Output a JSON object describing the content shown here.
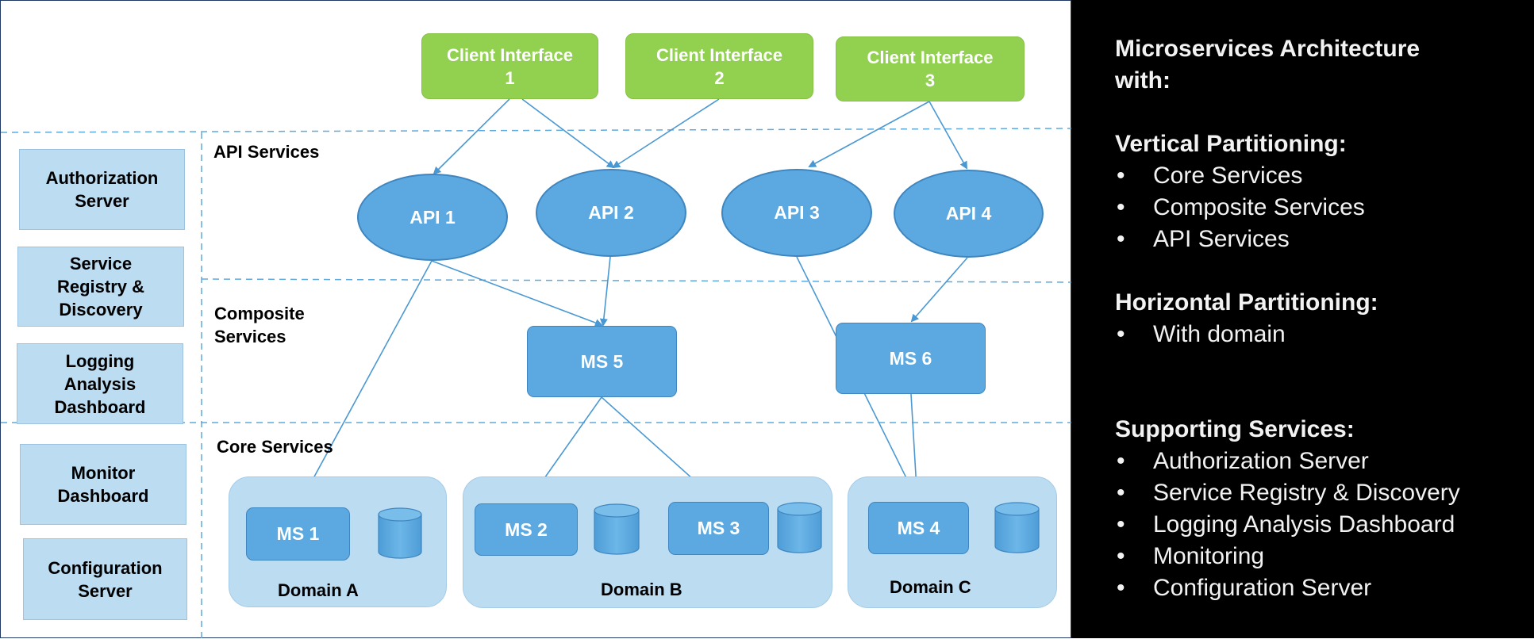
{
  "panel": {
    "title": "Microservices Architecture with:",
    "vertical_heading": "Vertical Partitioning:",
    "vertical_items": [
      "Core Services",
      "Composite Services",
      "API Services"
    ],
    "horizontal_heading": "Horizontal Partitioning:",
    "horizontal_items": [
      "With domain"
    ],
    "supporting_heading": "Supporting Services:",
    "supporting_items": [
      "Authorization Server",
      "Service Registry & Discovery",
      "Logging Analysis Dashboard",
      "Monitoring",
      "Configuration Server"
    ]
  },
  "layers": {
    "api": "API Services",
    "composite": "Composite\nServices",
    "core": "Core Services"
  },
  "supporting_boxes": [
    "Authorization\nServer",
    "Service\nRegistry &\nDiscovery",
    "Logging\nAnalysis\nDashboard",
    "Monitor\nDashboard",
    "Configuration\nServer"
  ],
  "clients": [
    "Client Interface\n1",
    "Client Interface\n2",
    "Client Interface\n3"
  ],
  "apis": [
    "API 1",
    "API 2",
    "API 3",
    "API 4"
  ],
  "composite_services": [
    "MS 5",
    "MS 6"
  ],
  "core_services": [
    "MS 1",
    "MS 2",
    "MS 3",
    "MS 4"
  ],
  "domains": [
    "Domain A",
    "Domain B",
    "Domain C"
  ],
  "colors": {
    "client": "#92d050",
    "service": "#5ba9e0",
    "domain": "#bcdcf2",
    "connector": "#4a98d3",
    "panel_background": "#000000"
  }
}
